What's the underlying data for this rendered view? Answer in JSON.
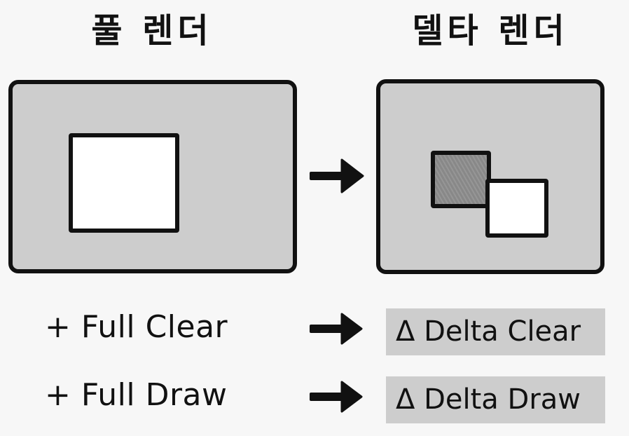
{
  "titles": {
    "full": "풀 렌더",
    "delta": "델타 렌더"
  },
  "panels": {
    "full": {
      "label": "Full render frame",
      "fill": "#cdcdcd",
      "rect_fill": "#ffffff"
    },
    "delta": {
      "label": "Delta render frame",
      "old_region_fill": "#8f8f8f",
      "new_region_fill": "#ffffff"
    }
  },
  "rows": [
    {
      "left": "+ Full Clear",
      "right": "Δ Delta Clear"
    },
    {
      "left": "+ Full Draw",
      "right": "Δ Delta Draw"
    }
  ],
  "icons": {
    "arrow": "right-arrow-icon"
  }
}
